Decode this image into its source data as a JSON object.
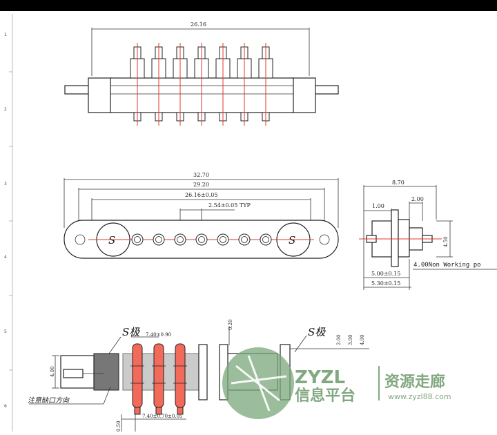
{
  "view_top": {
    "overall_width": "26.16"
  },
  "view_front": {
    "dim_overall": "32.70",
    "dim_mount": "29.20",
    "dim_pins_span": "26.16±0.05",
    "dim_pitch": "2.54±0.05 TYP",
    "s_label": "S"
  },
  "view_side": {
    "dim_total": "8.70",
    "dim_a": "1.00",
    "dim_b": "2.00",
    "dim_height": "4.50",
    "dim_body1": "5.00±0.15",
    "dim_body2": "5.30±0.15",
    "nonworking_note": "4.00Non Working po"
  },
  "view_section": {
    "s_pole_left": "S极",
    "s_pole_right": "S极",
    "dim_top": "7.40±0.90",
    "dim_bottom": "7.40±0.70±0.05",
    "dim_020": "0.20",
    "dim_200": "2.00",
    "dim_300": "3.00",
    "dim_400": "4.00",
    "dim_height_left": "4.00",
    "dim_050": "0.50",
    "note": "注意缺口方向"
  },
  "ruler_marks": [
    "1",
    "2",
    "3",
    "4",
    "5",
    "6"
  ],
  "watermark": {
    "brand": "ZYZL",
    "sub": "信息平台",
    "cn": "资源走廊",
    "url": "www.zyzl88.com"
  }
}
